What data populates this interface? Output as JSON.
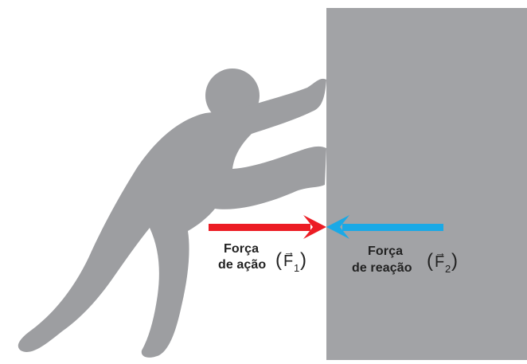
{
  "labels": {
    "action": {
      "line1": "Força",
      "line2": "de ação",
      "vector_symbol": "F",
      "vector_subscript": "1"
    },
    "reaction": {
      "line1": "Força",
      "line2": "de reação",
      "vector_symbol": "F",
      "vector_subscript": "2"
    },
    "vector_arrow_glyph": "→",
    "paren_open": "(",
    "paren_close": ")"
  },
  "colors": {
    "figure": "#9d9ea1",
    "wall": "#a2a3a6",
    "action_arrow": "#ec1c24",
    "reaction_arrow": "#1aa9e6",
    "text": "#222222"
  },
  "icons": {
    "person": "person-pushing-icon",
    "wall": "wall-block"
  }
}
